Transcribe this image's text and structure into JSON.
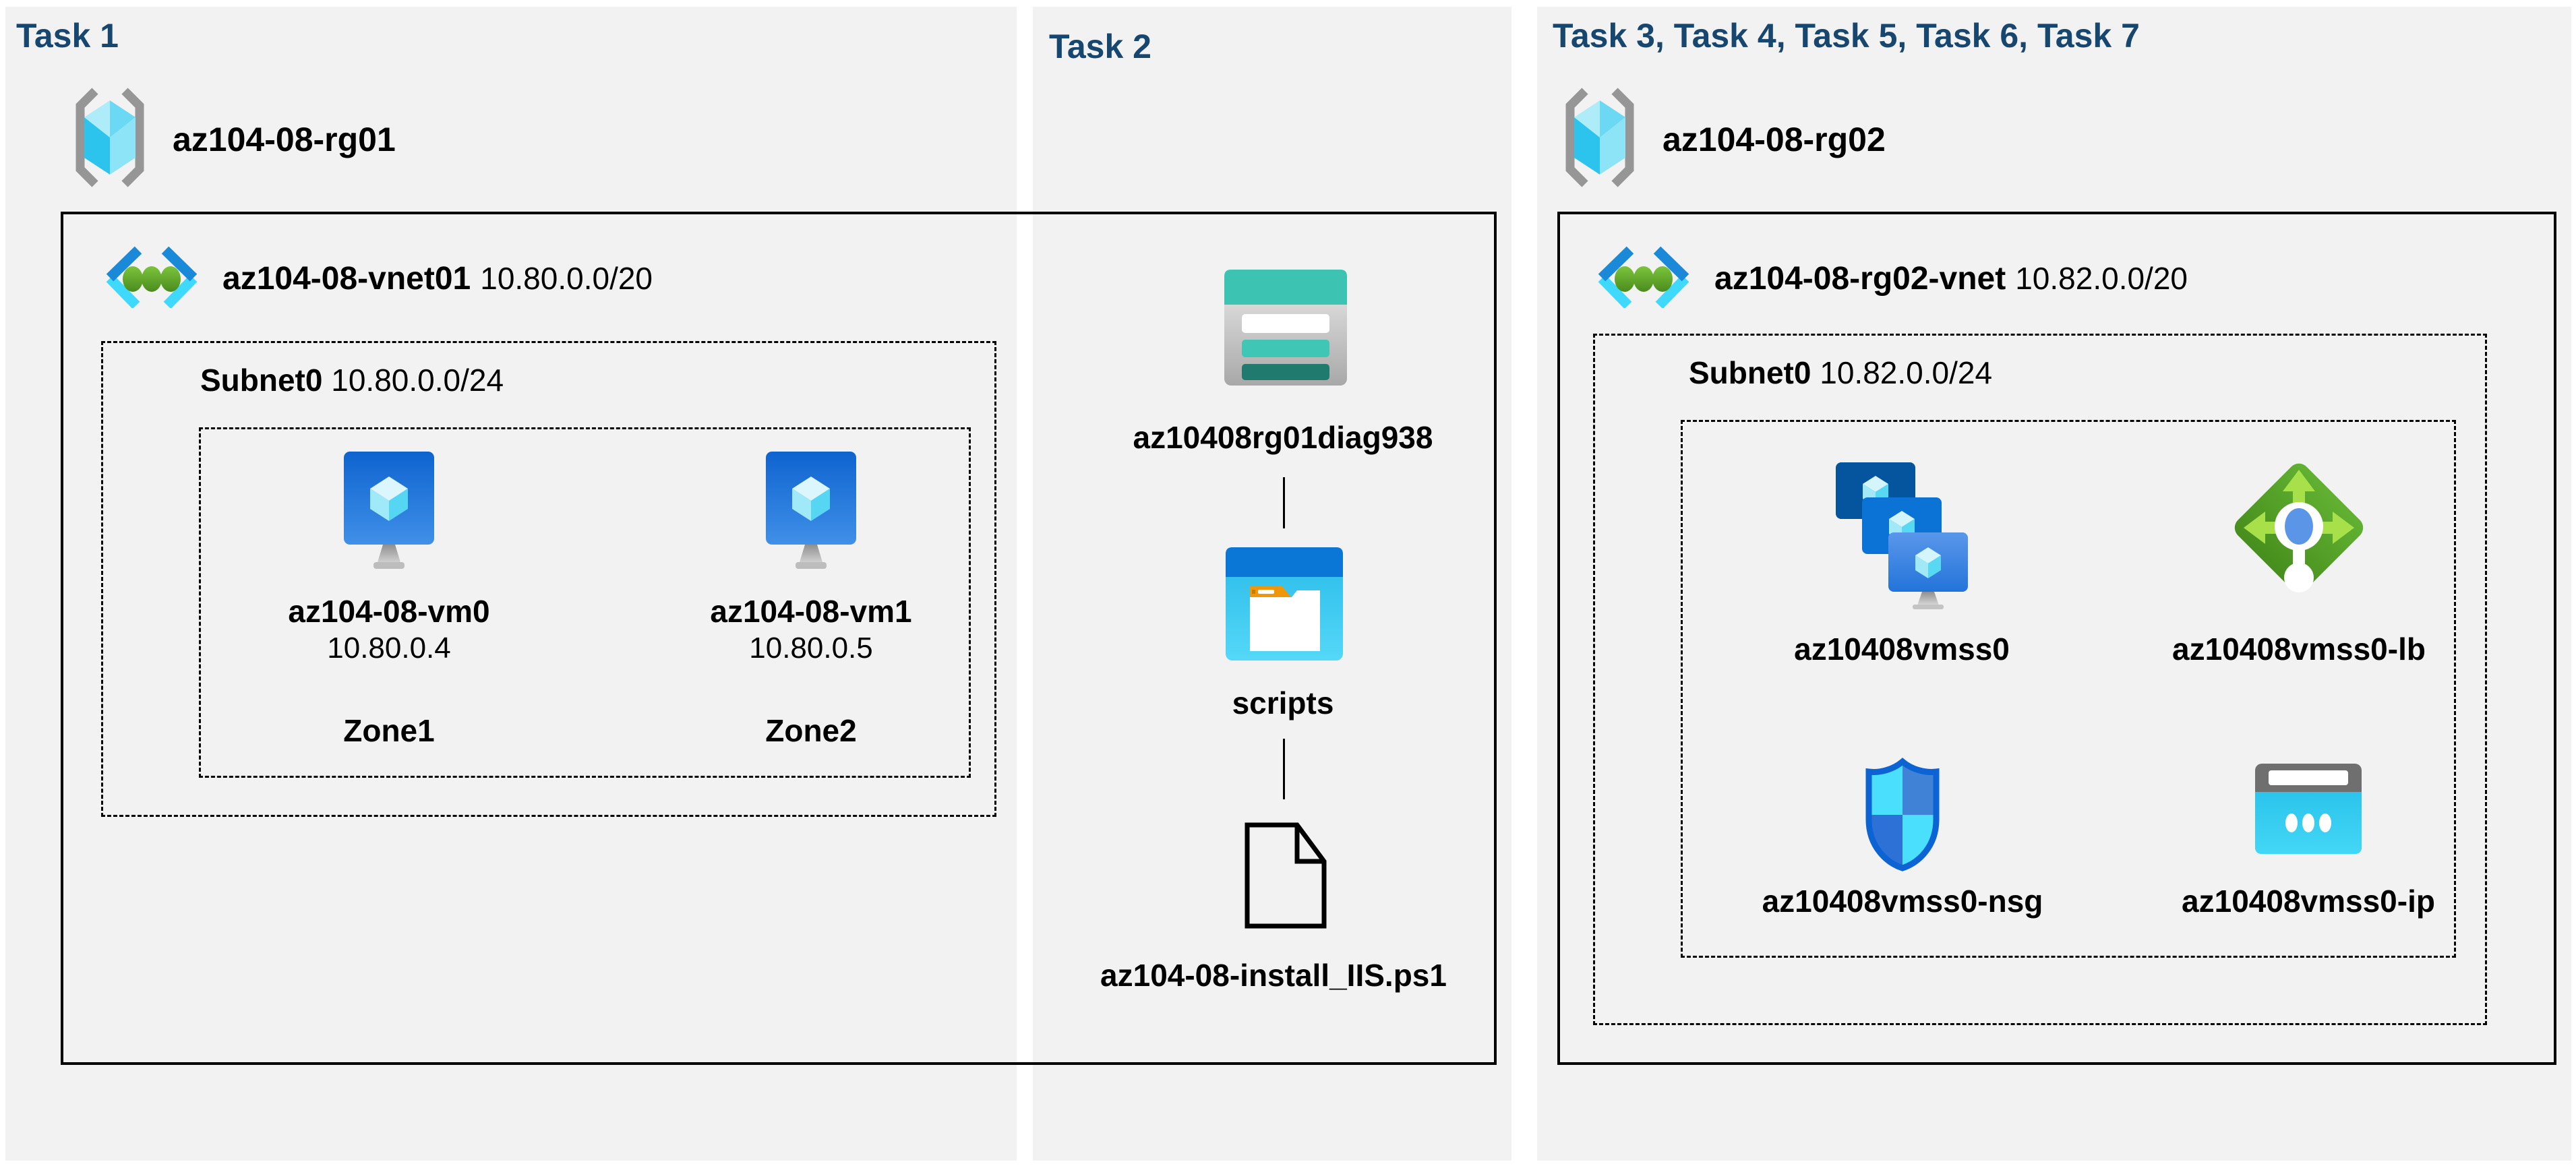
{
  "colors": {
    "task_header": "#17466f",
    "panel_bg": "#f2f2f2",
    "line": "#000000",
    "azure_blue": "#0f7fdb",
    "azure_cyan": "#45dbfb",
    "storage_teal": "#3cc3b2",
    "storage_teal_dark": "#217a6e",
    "lb_green": "#5aa62c",
    "lb_green_light": "#a8e04a",
    "folder_orange": "#f09609"
  },
  "icons": {
    "resource_group": "resource-group-icon",
    "virtual_network": "virtual-network-icon",
    "virtual_machine": "virtual-machine-icon",
    "storage_account": "storage-account-icon",
    "file_share": "file-share-icon",
    "script_file": "script-file-icon",
    "vm_scale_set": "vmss-icon",
    "load_balancer": "load-balancer-icon",
    "network_security_group": "nsg-icon",
    "public_ip": "public-ip-icon"
  },
  "tasks": {
    "task1": {
      "header": "Task 1",
      "resource_group": "az104-08-rg01",
      "vnet": {
        "name": "az104-08-vnet01",
        "cidr": "10.80.0.0/20"
      },
      "subnet": {
        "name": "Subnet0",
        "cidr": "10.80.0.0/24"
      },
      "vms": [
        {
          "name": "az104-08-vm0",
          "ip": "10.80.0.4",
          "zone": "Zone1"
        },
        {
          "name": "az104-08-vm1",
          "ip": "10.80.0.5",
          "zone": "Zone2"
        }
      ]
    },
    "task2": {
      "header": "Task 2",
      "storage_account": "az10408rg01diag938",
      "file_share": "scripts",
      "script_file": "az104-08-install_IIS.ps1"
    },
    "task3": {
      "header": "Task 3, Task 4, Task 5, Task 6, Task 7",
      "resource_group": "az104-08-rg02",
      "vnet": {
        "name": "az104-08-rg02-vnet",
        "cidr": "10.82.0.0/20"
      },
      "subnet": {
        "name": "Subnet0",
        "cidr": "10.82.0.0/24"
      },
      "resources": [
        {
          "name": "az10408vmss0",
          "type": "vm-scale-set"
        },
        {
          "name": "az10408vmss0-lb",
          "type": "load-balancer"
        },
        {
          "name": "az10408vmss0-nsg",
          "type": "network-security-group"
        },
        {
          "name": "az10408vmss0-ip",
          "type": "public-ip"
        }
      ]
    }
  }
}
